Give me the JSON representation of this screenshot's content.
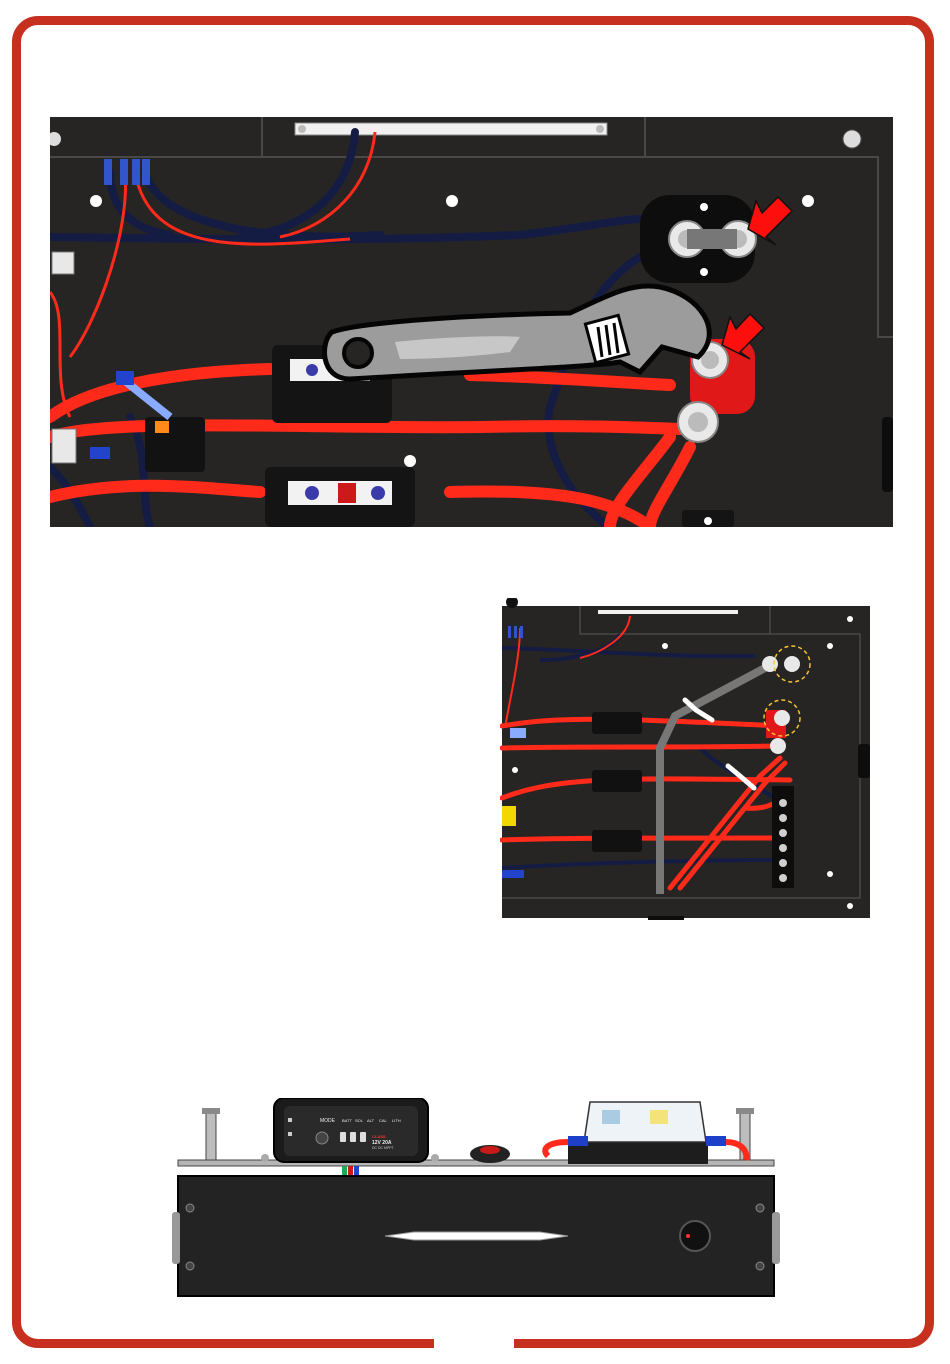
{
  "colors": {
    "frame": "#c7301f",
    "panel": "#262524",
    "cable_red": "#ff2a1a",
    "cable_blue": "#141c44",
    "arrow": "#ff0e0e",
    "highlight": "#f4c430"
  },
  "icons": {
    "arrow_top": "arrow-down-left-icon",
    "arrow_bottom": "arrow-down-left-icon",
    "wrench": "adjustable-wrench-icon",
    "zip_ties": "zip-tie-icon"
  },
  "charger": {
    "mode_label": "MODE",
    "status_labels": [
      "BATT",
      "SOL",
      "ALT",
      "CAL",
      "LITH"
    ],
    "brand_mark": "CLASS",
    "rating": "12V 20A",
    "subtitle": "DC DC MPPT"
  }
}
